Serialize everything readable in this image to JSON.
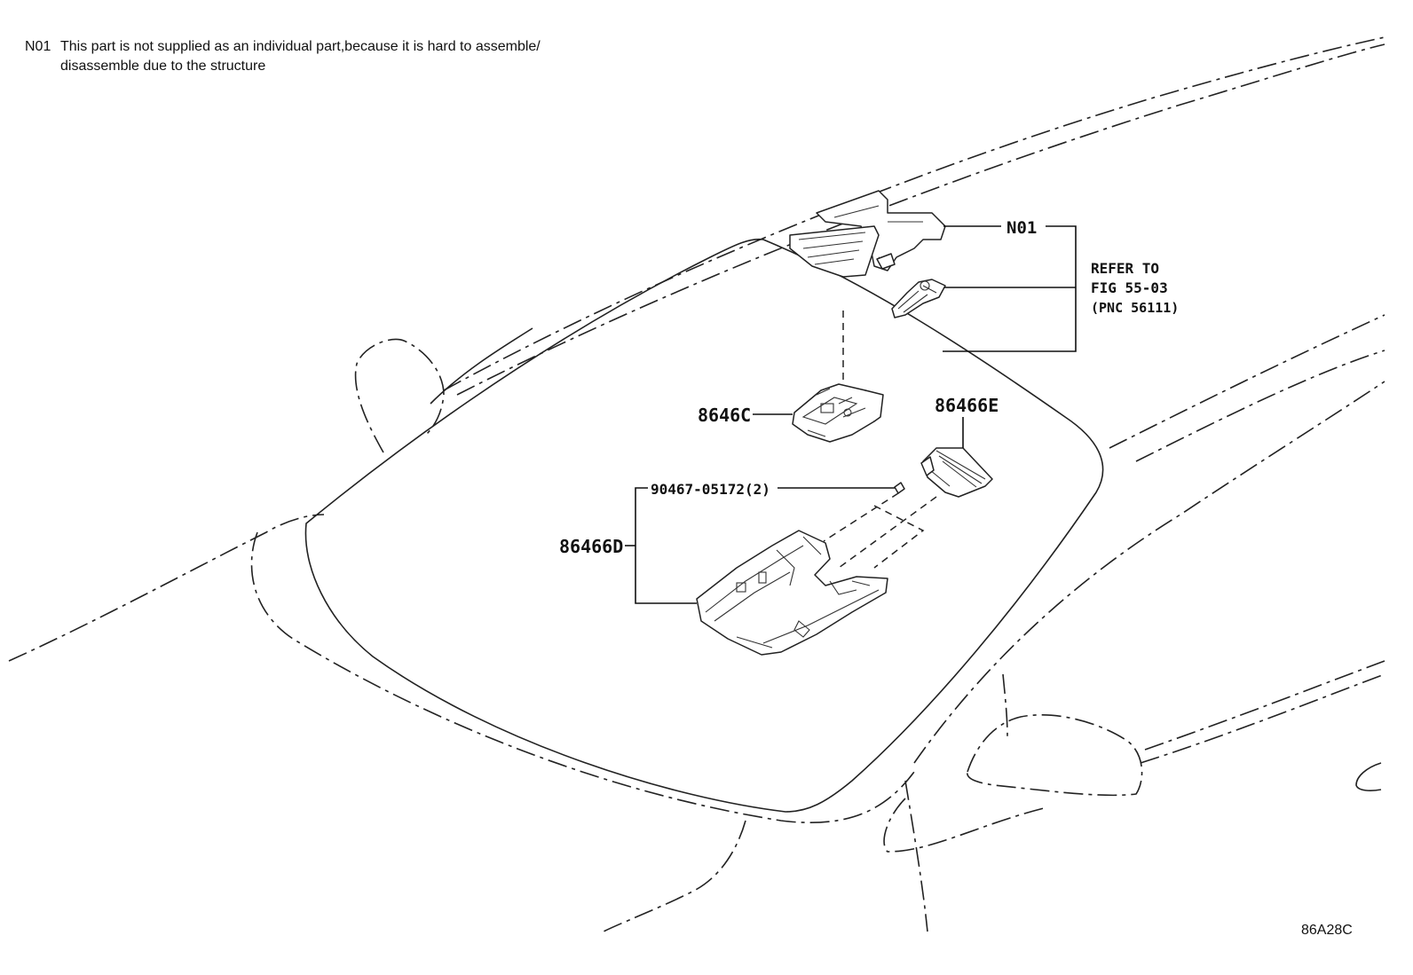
{
  "note": {
    "id": "N01",
    "line1": "This part is not supplied as an individual part,because it is hard to assemble/",
    "line2": "disassemble due to the structure"
  },
  "callouts": {
    "n01": "N01",
    "refer_line1": "REFER TO",
    "refer_line2": "FIG 55-03",
    "refer_line3": "(PNC 56111)",
    "p8646c": "8646C",
    "p86466e": "86466E",
    "p90467": "90467-05172(2)",
    "p86466d": "86466D"
  },
  "illustration_code": "86A28C"
}
